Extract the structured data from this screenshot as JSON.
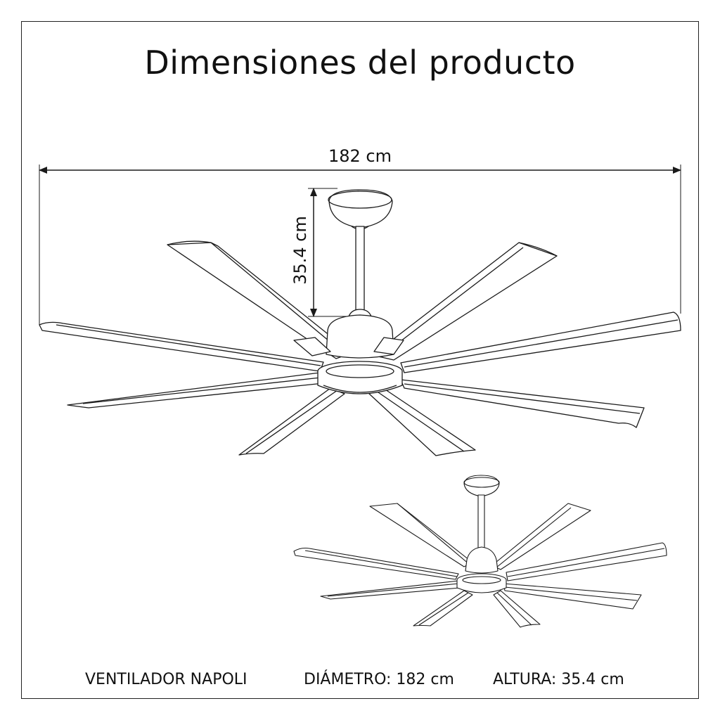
{
  "title": "Dimensiones del producto",
  "dimensions": {
    "width_label": "182 cm",
    "height_label": "35.4 cm"
  },
  "footer": {
    "product_name": "VENTILADOR NAPOLI",
    "diameter": "DIÁMETRO: 182 cm",
    "height": "ALTURA: 35.4 cm"
  },
  "colors": {
    "line": "#1a1a1a",
    "background": "#ffffff"
  }
}
